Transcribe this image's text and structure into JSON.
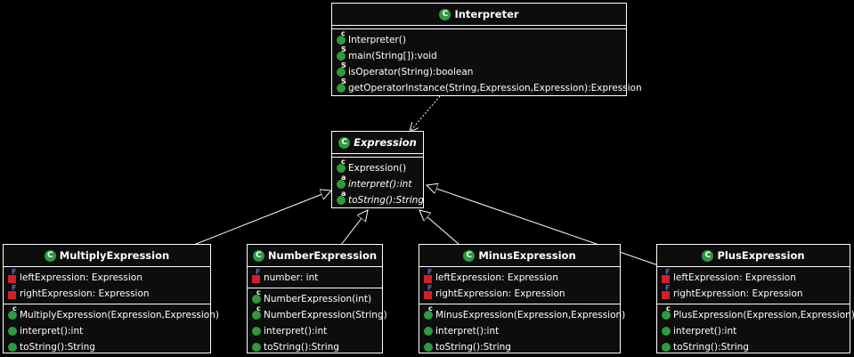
{
  "colors": {
    "background": "#000000",
    "box": "#0d0d0d",
    "line": "#ffffff",
    "method_icon": "#2e9b3c",
    "field_icon": "#d0202a",
    "final_marker": "#4a72d8"
  },
  "classes": {
    "interpreter": {
      "name": "Interpreter",
      "badge": "C",
      "methods": [
        {
          "text": "Interpreter()",
          "icon": "constructor-icon"
        },
        {
          "text": "main(String[]):void",
          "icon": "static-method-icon",
          "mod": "S"
        },
        {
          "text": "isOperator(String):boolean",
          "icon": "static-method-icon",
          "mod": "S"
        },
        {
          "text": "getOperatorInstance(String,Expression,Expression):Expression",
          "icon": "static-method-icon",
          "mod": "S"
        }
      ]
    },
    "expression": {
      "name": "Expression",
      "badge": "C",
      "methods": [
        {
          "text": "Expression()",
          "icon": "constructor-icon"
        },
        {
          "text": "interpret():int",
          "icon": "abstract-method-icon"
        },
        {
          "text": "toString():String",
          "icon": "abstract-method-icon"
        }
      ]
    },
    "multiply": {
      "name": "MultiplyExpression",
      "badge": "C",
      "fields": [
        {
          "text": "leftExpression: Expression",
          "mod": "F"
        },
        {
          "text": "rightExpression: Expression",
          "mod": "F"
        }
      ],
      "methods": [
        {
          "text": "MultiplyExpression(Expression,Expression)",
          "icon": "constructor-icon"
        },
        {
          "text": "interpret():int",
          "icon": "method-icon"
        },
        {
          "text": "toString():String",
          "icon": "method-icon"
        }
      ]
    },
    "number": {
      "name": "NumberExpression",
      "badge": "C",
      "fields": [
        {
          "text": "number: int",
          "mod": "F"
        }
      ],
      "methods": [
        {
          "text": "NumberExpression(int)",
          "icon": "constructor-icon"
        },
        {
          "text": "NumberExpression(String)",
          "icon": "constructor-icon"
        },
        {
          "text": "interpret():int",
          "icon": "method-icon"
        },
        {
          "text": "toString():String",
          "icon": "method-icon"
        }
      ]
    },
    "minus": {
      "name": "MinusExpression",
      "badge": "C",
      "fields": [
        {
          "text": "leftExpression: Expression",
          "mod": "F"
        },
        {
          "text": "rightExpression: Expression",
          "mod": "F"
        }
      ],
      "methods": [
        {
          "text": "MinusExpression(Expression,Expression)",
          "icon": "constructor-icon"
        },
        {
          "text": "interpret():int",
          "icon": "method-icon"
        },
        {
          "text": "toString():String",
          "icon": "method-icon"
        }
      ]
    },
    "plus": {
      "name": "PlusExpression",
      "badge": "C",
      "fields": [
        {
          "text": "leftExpression: Expression",
          "mod": "F"
        },
        {
          "text": "rightExpression: Expression",
          "mod": "F"
        }
      ],
      "methods": [
        {
          "text": "PlusExpression(Expression,Expression)",
          "icon": "constructor-icon"
        },
        {
          "text": "interpret():int",
          "icon": "method-icon"
        },
        {
          "text": "toString():String",
          "icon": "method-icon"
        }
      ]
    }
  }
}
